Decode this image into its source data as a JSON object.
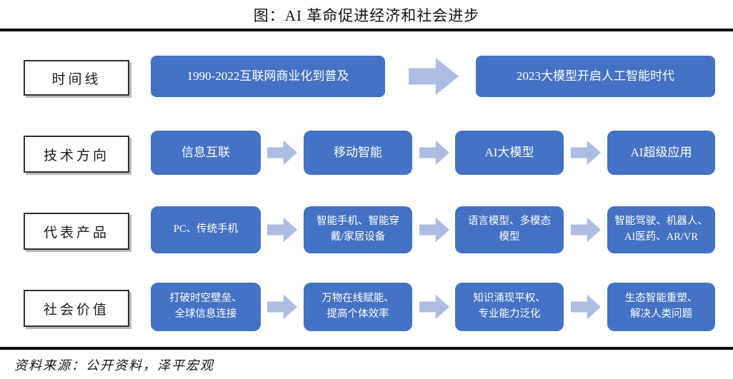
{
  "title": "图：AI 革命促进经济和社会进步",
  "source": "资料来源：公开资料，泽平宏观",
  "colors": {
    "box_blue": "#4472c4",
    "arrow_blue": "#aebce3",
    "rule_black": "#000000"
  },
  "rows": [
    {
      "label": "时间线",
      "boxes": [
        "1990-2022互联网商业化到普及",
        "2023大模型开启人工智能时代"
      ]
    },
    {
      "label": "技术方向",
      "boxes": [
        "信息互联",
        "移动智能",
        "AI大模型",
        "AI超级应用"
      ]
    },
    {
      "label": "代表产品",
      "boxes": [
        "PC、传统手机",
        "智能手机、智能穿\n戴/家居设备",
        "语言模型、多模态\n模型",
        "智能驾驶、机器人、\nAI医药、AR/VR"
      ]
    },
    {
      "label": "社会价值",
      "boxes": [
        "打破时空壁垒、\n全球信息连接",
        "万物在线赋能、\n提高个体效率",
        "知识涌现平权、\n专业能力泛化",
        "生态智能重塑、\n解决人类问题"
      ]
    }
  ]
}
